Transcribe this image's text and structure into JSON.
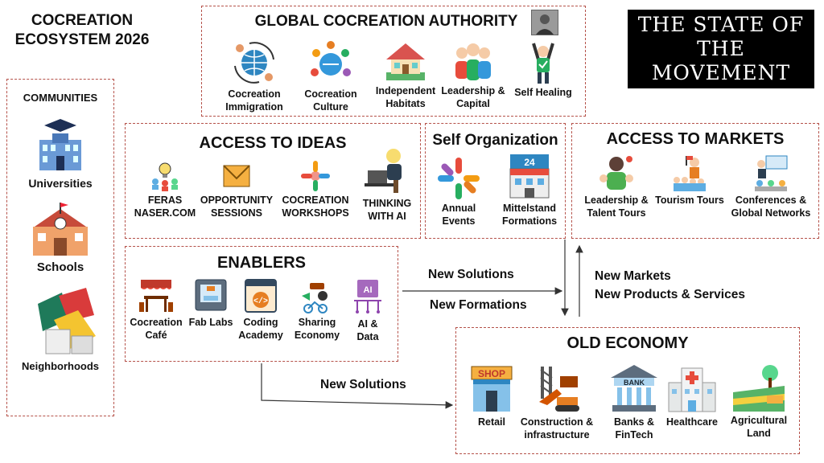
{
  "main_title": [
    "COCREATION",
    "ECOSYSTEM 2026"
  ],
  "banner": [
    "THE STATE OF",
    "THE MOVEMENT"
  ],
  "communities": {
    "title": "COMMUNITIES",
    "items": [
      "Universities",
      "Schools",
      "Neighborhoods"
    ]
  },
  "authority": {
    "title": "GLOBAL COCREATION AUTHORITY",
    "items": [
      [
        "Cocreation",
        "Immigration"
      ],
      [
        "Cocreation",
        "Culture"
      ],
      [
        "Independent",
        "Habitats"
      ],
      [
        "Leadership &",
        "Capital"
      ],
      [
        "Self Healing"
      ]
    ]
  },
  "ideas": {
    "title": "ACCESS TO IDEAS",
    "items": [
      [
        "FERAS",
        "NASER.COM"
      ],
      [
        "OPPORTUNITY",
        "SESSIONS"
      ],
      [
        "COCREATION",
        "WORKSHOPS"
      ],
      [
        "THINKING",
        "WITH AI"
      ]
    ]
  },
  "self_org": {
    "title": "Self Organization",
    "items": [
      [
        "Annual",
        "Events"
      ],
      [
        "Mittelstand",
        "Formations"
      ]
    ],
    "calendar_number": "24"
  },
  "markets": {
    "title": "ACCESS TO MARKETS",
    "items": [
      [
        "Leadership &",
        "Talent Tours"
      ],
      [
        "Tourism Tours"
      ],
      [
        "Conferences &",
        "Global Networks"
      ]
    ]
  },
  "enablers": {
    "title": "ENABLERS",
    "items": [
      [
        "Cocreation",
        "Café"
      ],
      [
        "Fab Labs"
      ],
      [
        "Coding",
        "Academy"
      ],
      [
        "Sharing",
        "Economy"
      ],
      [
        "AI &",
        "Data"
      ]
    ]
  },
  "old_economy": {
    "title": "OLD ECONOMY",
    "items": [
      [
        "Retail"
      ],
      [
        "Construction &",
        "infrastructure"
      ],
      [
        "Banks &",
        "FinTech"
      ],
      [
        "Healthcare"
      ],
      [
        "Agricultural",
        "Land"
      ]
    ],
    "shop_sign": "SHOP",
    "bank_sign": "BANK",
    "ai_chip": "AI"
  },
  "arrows": {
    "new_solutions_1": "New Solutions",
    "new_formations": "New Formations",
    "new_markets": "New Markets",
    "new_products": "New Products & Services",
    "new_solutions_2": "New Solutions"
  },
  "colors": {
    "border": "#b5524a",
    "banner_bg": "#000000"
  }
}
